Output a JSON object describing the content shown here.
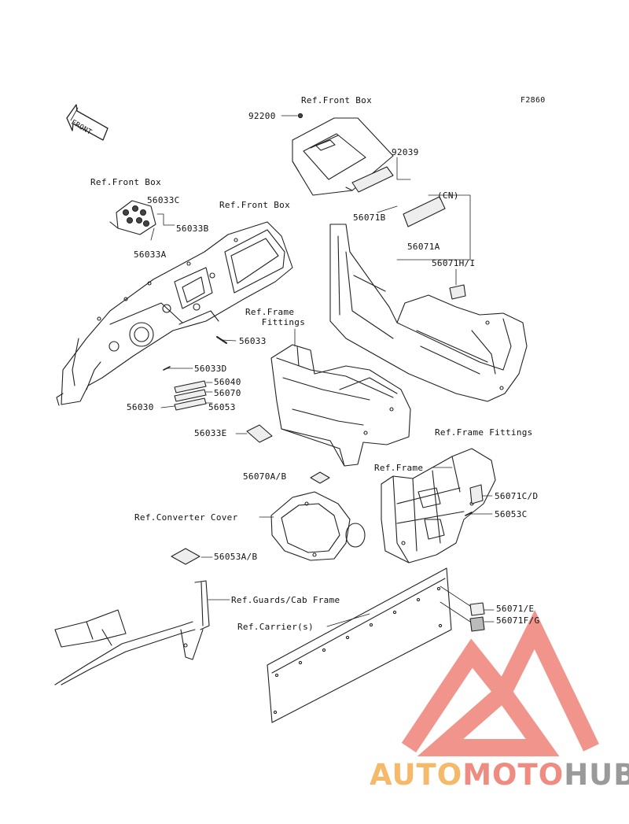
{
  "figure_id": "F2860",
  "front_arrow": "FRONT",
  "labels": {
    "ref_front_box_top": "Ref.Front Box",
    "p92200": "92200",
    "p92039": "92039",
    "ref_front_box_left": "Ref.Front Box",
    "p56033C": "56033C",
    "p56033B": "56033B",
    "p56033A": "56033A",
    "ref_front_box_mid": "Ref.Front Box",
    "cn": "(CN)",
    "p56071B": "56071B",
    "p56071A": "56071A",
    "p56071HI": "56071H/I",
    "ref_frame_fittings_mid": "Ref.Frame\n   Fittings",
    "p56033": "56033",
    "p56033D": "56033D",
    "p56040": "56040",
    "p56070": "56070",
    "p56030": "56030",
    "p56053": "56053",
    "p56033E": "56033E",
    "ref_frame_fittings_right": "Ref.Frame Fittings",
    "ref_frame": "Ref.Frame",
    "p56070AB": "56070A/B",
    "p56071CD": "56071C/D",
    "ref_converter_cover": "Ref.Converter Cover",
    "p56053C": "56053C",
    "p56053AB": "56053A/B",
    "ref_guards_cab": "Ref.Guards/Cab Frame",
    "p56071E": "56071/E",
    "ref_carriers": "Ref.Carrier(s)",
    "p56071FG": "56071F/G"
  },
  "watermark": {
    "auto": "AUTO",
    "moto": "MOTO",
    "hub": "HUB",
    "colors": {
      "auto": "#f5b96a",
      "moto": "#ef8b80",
      "hub": "#9a9a9a",
      "logo": "#f08a80"
    }
  }
}
